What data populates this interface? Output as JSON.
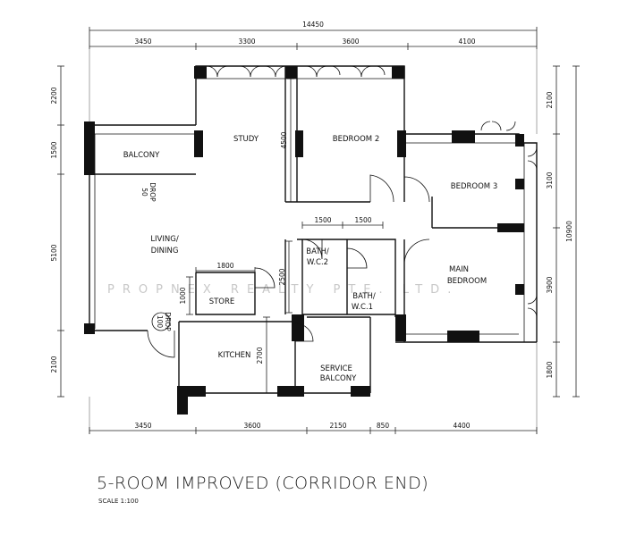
{
  "plan": {
    "title": "5-ROOM IMPROVED (CORRIDOR END)",
    "scale": "SCALE   1:100",
    "watermark": "PROPNEX REALTY PTE. LTD.",
    "rooms": {
      "balcony": "BALCONY",
      "study": "STUDY",
      "bedroom2": "BEDROOM 2",
      "bedroom3": "BEDROOM 3",
      "living_line1": "LIVING/",
      "living_line2": "DINING",
      "bath2_line1": "BATH/",
      "bath2_line2": "W.C.2",
      "bath1_line1": "BATH/",
      "bath1_line2": "W.C.1",
      "master_line1": "MAIN",
      "master_line2": "BEDROOM",
      "store": "STORE",
      "kitchen": "KITCHEN",
      "service_line1": "SERVICE",
      "service_line2": "BALCONY",
      "drop1_line1": "50",
      "drop1_line2": "DROP",
      "drop2_line1": "100",
      "drop2_line2": "DROP"
    },
    "dims": {
      "top_total": "14450",
      "top": [
        "3450",
        "3300",
        "3600",
        "4100"
      ],
      "bottom": [
        "3450",
        "3600",
        "2150",
        "850",
        "4400"
      ],
      "left": [
        "2200",
        "1500",
        "5100",
        "2100"
      ],
      "right": [
        "2100",
        "3100",
        "3900",
        "1800"
      ],
      "right_total": "10900",
      "bath_widths": [
        "1500",
        "1500"
      ],
      "study_height": "4500",
      "store_width": "1800",
      "store_height": "1000",
      "bath_height": "2500",
      "kitchen_height": "2700"
    }
  }
}
